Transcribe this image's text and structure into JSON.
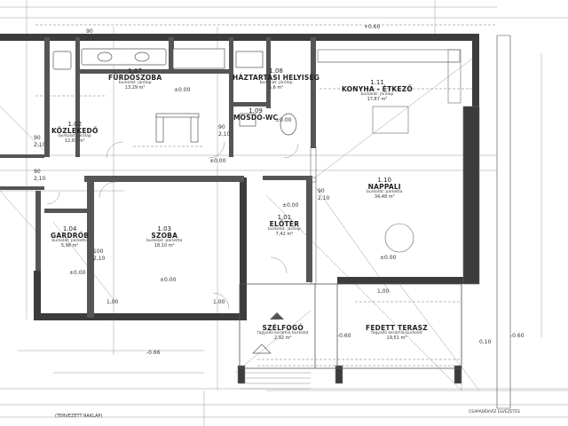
{
  "rooms": [
    {
      "id": "1.07",
      "num": "1.07",
      "name": "FÜRDŐSZOBA",
      "sub": "burkolat: járólap",
      "area": "13,29 m²"
    },
    {
      "id": "1.08",
      "num": "1.08",
      "name": "HÁZTARTÁSI HELYISÉG",
      "sub": "burkolat: járólap",
      "area": "5,6 m²"
    },
    {
      "id": "1.09",
      "num": "1.09",
      "name": "MOSDÓ-WC",
      "sub": "",
      "area": ""
    },
    {
      "id": "1.11",
      "num": "1.11",
      "name": "KONYHA - ÉTKEZŐ",
      "sub": "burkolat: járólap",
      "area": "17,87 m²"
    },
    {
      "id": "1.02",
      "num": "1.02",
      "name": "KÖZLEKEDŐ",
      "sub": "burkolat: járólap",
      "area": "12,81 m²"
    },
    {
      "id": "1.10",
      "num": "1.10",
      "name": "NAPPALI",
      "sub": "burkolat: parketta",
      "area": "34,48 m²"
    },
    {
      "id": "1.04",
      "num": "1.04",
      "name": "GARDRÓB",
      "sub": "burkolat: parketta",
      "area": "5,98 m²"
    },
    {
      "id": "1.03",
      "num": "1.03",
      "name": "SZOBA",
      "sub": "burkolat: parketta",
      "area": "18,10 m²"
    },
    {
      "id": "1.01",
      "num": "1.01",
      "name": "ELŐTÉR",
      "sub": "burkolat: járólap",
      "area": "7,42 m²"
    },
    {
      "id": "szelfogo",
      "num": "",
      "name": "SZÉLFOGÓ",
      "sub": "fagyálló kerámia burkolat",
      "area": "2,92 m²"
    },
    {
      "id": "terasz",
      "num": "",
      "name": "FEDETT TERASZ",
      "sub": "fagyálló kerámia burkolat",
      "area": "19,51 m²"
    }
  ],
  "levels": [
    {
      "id": "lv1",
      "text": "±0.00"
    },
    {
      "id": "lv2",
      "text": "±0.00"
    },
    {
      "id": "lv3",
      "text": "±0.00"
    },
    {
      "id": "lv4",
      "text": "±0.00"
    },
    {
      "id": "lv5",
      "text": "±0.00"
    },
    {
      "id": "lv6",
      "text": "±0.00"
    },
    {
      "id": "lv7",
      "text": "±0.00"
    },
    {
      "id": "lv8",
      "text": "-0.60"
    },
    {
      "id": "lv9",
      "text": "-0.66"
    },
    {
      "id": "lv10",
      "text": "-0.60"
    },
    {
      "id": "lv11",
      "text": "+0.60"
    }
  ],
  "dims": [
    {
      "id": "d1",
      "text": "90"
    },
    {
      "id": "d2",
      "text": "2,10"
    },
    {
      "id": "d3",
      "text": "90"
    },
    {
      "id": "d4",
      "text": "2,10"
    },
    {
      "id": "d5",
      "text": "100"
    },
    {
      "id": "d6",
      "text": "2,10"
    },
    {
      "id": "d7",
      "text": "90"
    },
    {
      "id": "d8",
      "text": "2,10"
    },
    {
      "id": "d9",
      "text": "90"
    },
    {
      "id": "d10",
      "text": "2,10"
    },
    {
      "id": "d11",
      "text": "1,00"
    },
    {
      "id": "d12",
      "text": "1,00"
    },
    {
      "id": "d13",
      "text": "1,00"
    },
    {
      "id": "d14",
      "text": "90"
    },
    {
      "id": "d15",
      "text": "2,10"
    },
    {
      "id": "d16",
      "text": "0,10"
    }
  ],
  "notes": {
    "bottom_left": "(TERVEZETT RAKLAP)",
    "bottom_right": "CSAPADÉKVÍZ ELVEZETÉS"
  }
}
